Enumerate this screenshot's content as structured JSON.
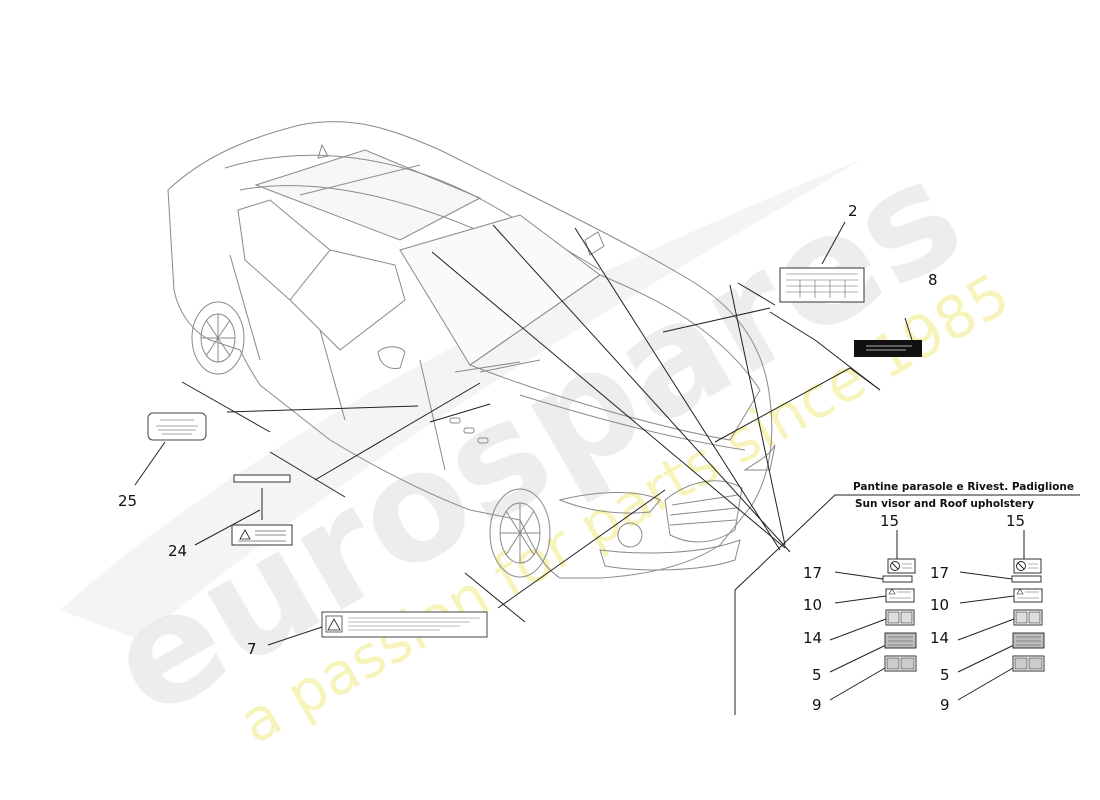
{
  "watermark": {
    "brand": "eurospares",
    "tagline": "a passion for parts since 1985"
  },
  "section": {
    "title_it": "Pantine parasole e Rivest. Padiglione",
    "title_en": "Sun visor and Roof upholstery"
  },
  "callouts": {
    "c2": "2",
    "c8": "8",
    "c25": "25",
    "c24": "24",
    "c7": "7"
  },
  "left_column": {
    "c15": "15",
    "c17": "17",
    "c10": "10",
    "c14": "14",
    "c5": "5",
    "c9": "9"
  },
  "right_column": {
    "c15": "15",
    "c17": "17",
    "c10": "10",
    "c14": "14",
    "c5": "5",
    "c9": "9"
  },
  "colors": {
    "line": "#222222",
    "car_line": "#8a8a8a",
    "watermark_gray": "#e3e3e3",
    "watermark_yellow": "#f5f3a8",
    "label_dark": "#111111"
  },
  "icons": [
    "no-entry-icon",
    "warning-triangle-icon"
  ]
}
